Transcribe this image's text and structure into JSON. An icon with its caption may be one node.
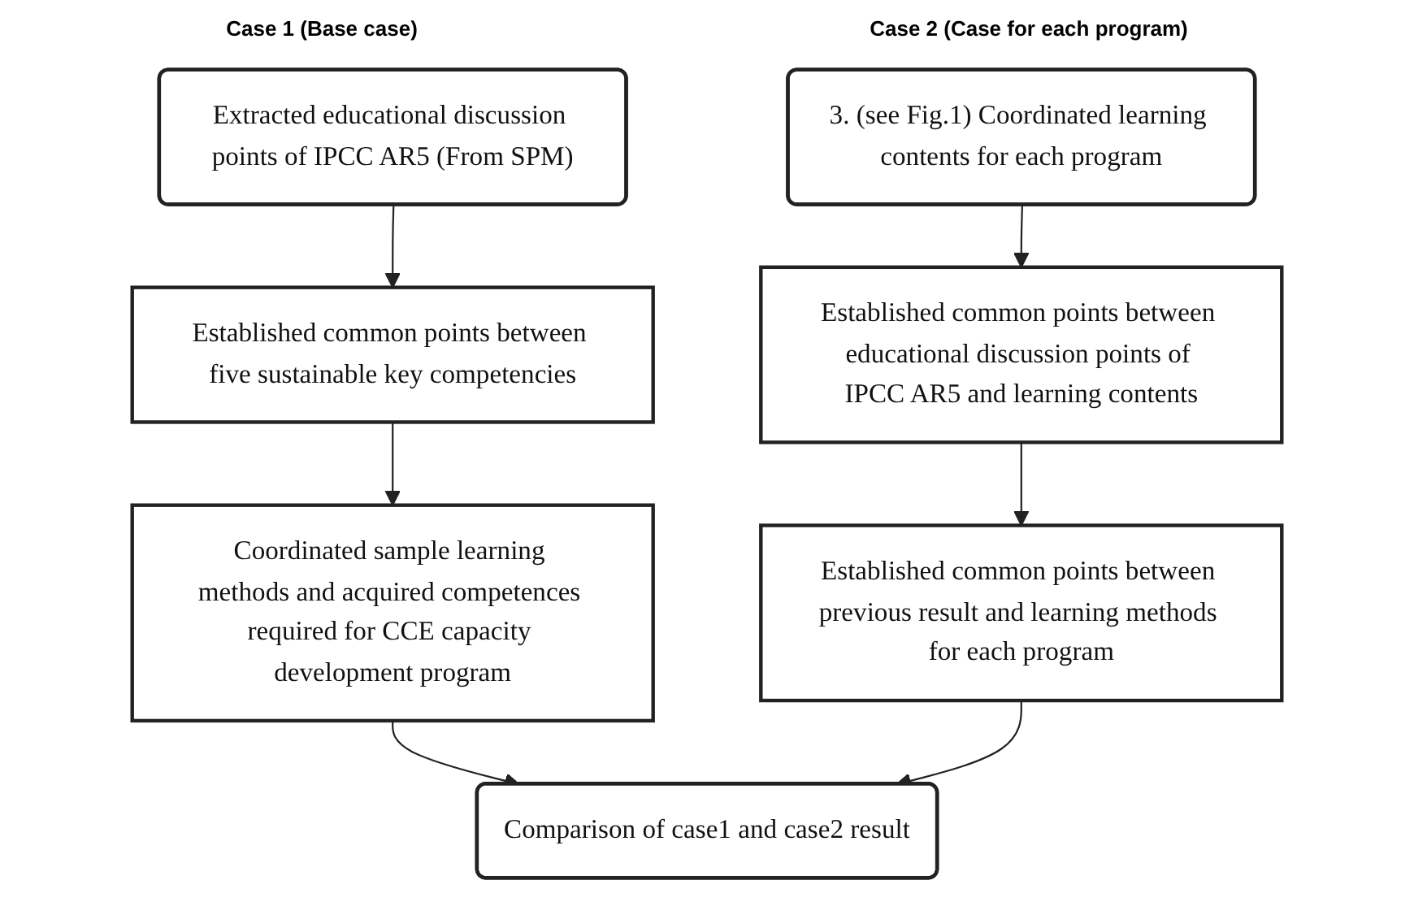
{
  "diagram": {
    "nodes": [
      {
        "text": [
          "Extracted educational discussion points of IPCC AR5 (From SPM)"
        ]
      },
      {
        "text": [
          "Established common points between five sustainable key competencies"
        ]
      },
      {
        "text": [
          "Coordinated sample learning methods and acquired competences required for CCE capacity development program"
        ]
      },
      {
        "text": [
          "3. (see Fig.1) Coordinated learning contents for each program"
        ]
      },
      {
        "text": [
          "Established common points between educational discussion points of IPCC AR5 and learning contents"
        ]
      },
      {
        "text": [
          "Established common points between previous result and learning methods for each program"
        ]
      },
      {
        "text": [
          "Comparison of case1 and case2 result"
        ]
      }
    ],
    "edges": [
      {
        "from": 0,
        "to": 1,
        "arrow": "to"
      },
      {
        "from": 1,
        "to": 2,
        "arrow": "to"
      },
      {
        "from": 3,
        "to": 4,
        "arrow": "to"
      },
      {
        "from": 4,
        "to": 5,
        "arrow": "to"
      },
      {
        "from": 2,
        "to": 6,
        "arrow": "to"
      },
      {
        "from": 5,
        "to": 6,
        "arrow": "to"
      }
    ],
    "labels": [
      "Case 1 (Base case)",
      "Case 2 (Case for each program)"
    ]
  }
}
